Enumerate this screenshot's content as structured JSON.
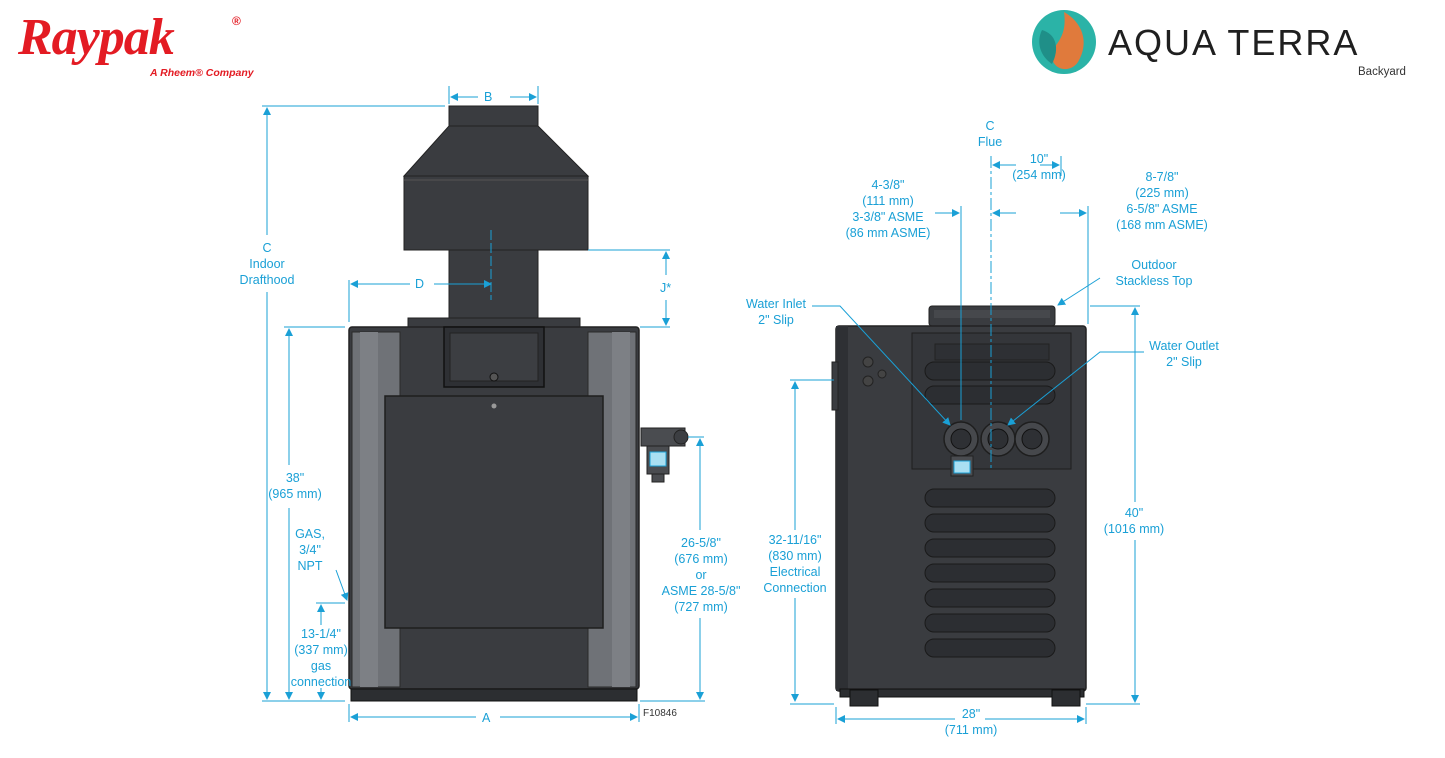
{
  "brand_left": {
    "wordmark": "Raypak",
    "registered": "®",
    "tagline": "A Rheem® Company"
  },
  "brand_right": {
    "wordmark": "AQUA TERRA",
    "tagline": "Backyard"
  },
  "figure_id": "F10846",
  "front_view": {
    "dim_a": "A",
    "dim_b": "B",
    "dim_c": [
      "C",
      "Indoor",
      "Drafthood"
    ],
    "dim_d": "D",
    "dim_j": "J*",
    "height_38": [
      "38\"",
      "(965 mm)"
    ],
    "gas": [
      "GAS,",
      "3/4\"",
      "NPT"
    ],
    "gas_height": [
      "13-1/4\"",
      "(337 mm)",
      "gas",
      "connection"
    ],
    "water_height": [
      "26-5/8\"",
      "(676 mm)",
      "or",
      "ASME 28-5/8\"",
      "(727 mm)"
    ]
  },
  "side_view": {
    "flue": [
      "C",
      "Flue"
    ],
    "flue_offset": [
      "10\"",
      "(254 mm)"
    ],
    "inlet_offset": [
      "4-3/8\"",
      "(111 mm)",
      "3-3/8\" ASME",
      "(86 mm ASME)"
    ],
    "outlet_offset": [
      "8-7/8\"",
      "(225 mm)",
      "6-5/8\" ASME",
      "(168 mm ASME)"
    ],
    "outdoor_top": [
      "Outdoor",
      "Stackless Top"
    ],
    "water_inlet": [
      "Water Inlet",
      "2\" Slip"
    ],
    "water_outlet": [
      "Water Outlet",
      "2\" Slip"
    ],
    "electrical": [
      "32-11/16\"",
      "(830 mm)",
      "Electrical",
      "Connection"
    ],
    "height_40": [
      "40\"",
      "(1016 mm)"
    ],
    "width_28": [
      "28\"",
      "(711 mm)"
    ]
  },
  "colors": {
    "dimension": "#1aa0d6",
    "brand_red": "#e31b23",
    "cabinet": "#3a3c40",
    "panel": "#6f7277"
  }
}
